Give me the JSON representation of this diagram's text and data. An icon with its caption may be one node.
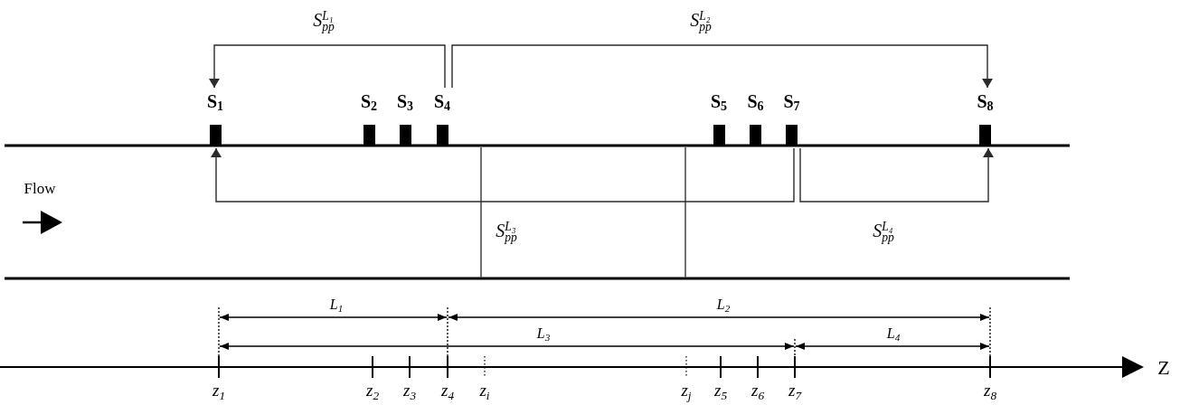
{
  "diagram": {
    "nodes": [
      {
        "text": [
          "S$_{1}$"
        ]
      },
      {
        "text": [
          "S$_{2}$"
        ]
      },
      {
        "text": [
          "S$_{3}$"
        ]
      },
      {
        "text": [
          "S$_{4}$"
        ]
      },
      {
        "text": [
          "S$_{5}$"
        ]
      },
      {
        "text": [
          "S$_{6}$"
        ]
      },
      {
        "text": [
          "S$_{7}$"
        ]
      },
      {
        "text": [
          "S$_{8}$"
        ]
      }
    ],
    "edges": [
      {
        "from": 3,
        "to": 0,
        "arrow": "to",
        "label": "S$_{pp}$$^{L₁}$"
      },
      {
        "from": 3,
        "to": 7,
        "arrow": "to",
        "label": "S$_{pp}$$^{L₂}$"
      },
      {
        "from": 6,
        "to": 0,
        "arrow": "to",
        "label": "S$_{pp}$$^{L₃}$"
      },
      {
        "from": 6,
        "to": 7,
        "arrow": "to",
        "label": "S$_{pp}$$^{L₄}$"
      }
    ],
    "labels": [
      "Flow",
      "L$_{1}$",
      "L$_{2}$",
      "L$_{3}$",
      "L$_{4}$",
      "Z",
      "z$_{1}$",
      "z$_{2}$",
      "z$_{3}$",
      "z$_{4}$",
      "z$_{i}$",
      "z$_{j}$",
      "z$_{5}$",
      "z$_{6}$",
      "z$_{7}$",
      "z$_{8}$"
    ]
  }
}
